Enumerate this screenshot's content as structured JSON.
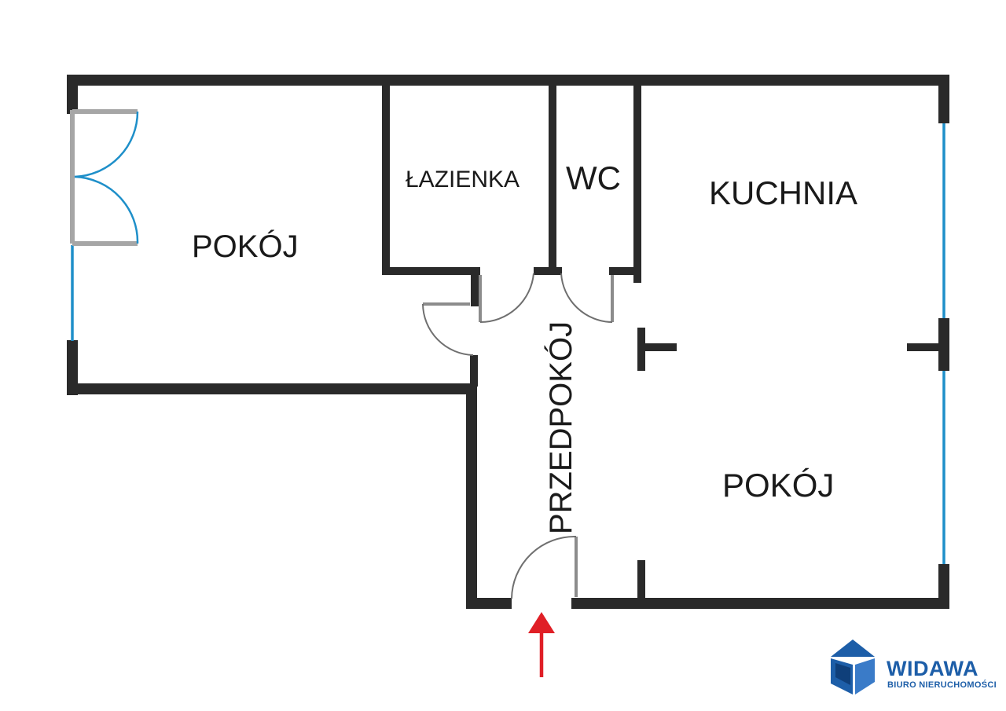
{
  "rooms": {
    "pokoj_left": "POKÓJ",
    "lazienka": "ŁAZIENKA",
    "wc": "WC",
    "kuchnia": "KUCHNIA",
    "przedpokoj": "PRZEDPOKÓJ",
    "pokoj_right": "POKÓJ"
  },
  "entrance": {
    "icon": "up-arrow-icon",
    "color": "#e01f26"
  },
  "logo": {
    "icon": "house-logo-icon",
    "name": "WIDAWA",
    "subtitle": "BIURO NIERUCHOMOŚCI",
    "color": "#1d5ea8"
  },
  "colors": {
    "walls": "#2a2a2a",
    "windows": "#1e8fc9",
    "doors": "#8c8c8c"
  }
}
